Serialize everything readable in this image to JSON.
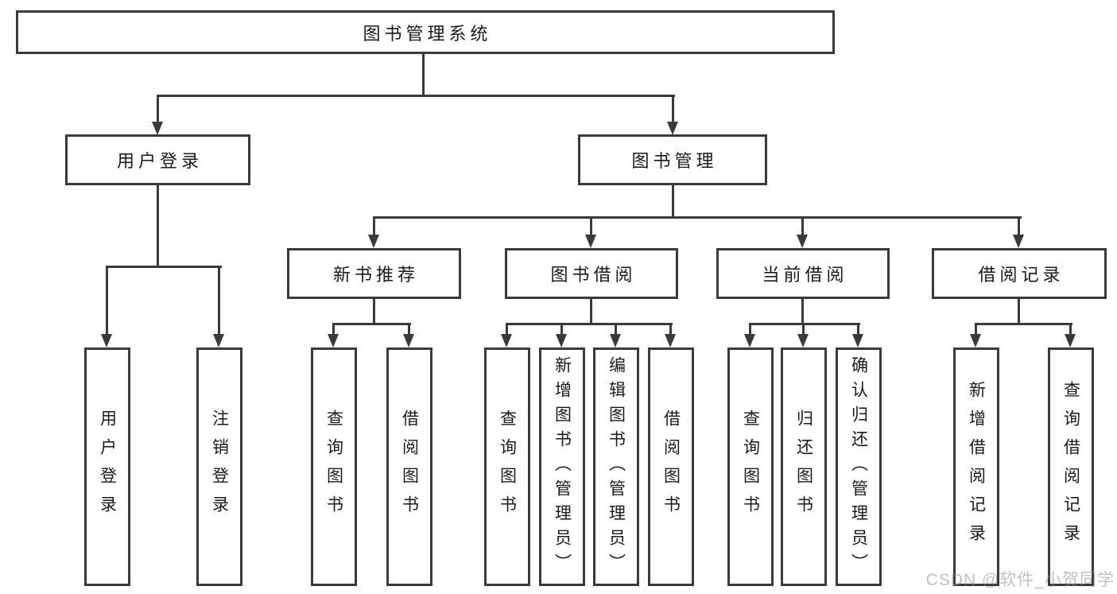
{
  "colors": {
    "line": "#3a3a3a",
    "text": "#1a1a1a",
    "background": "#ffffff",
    "watermark": "#8c8c8c"
  },
  "watermark": "CSDN @软件_小贺同学",
  "nodes": {
    "root": "图书管理系统",
    "user_login": {
      "label": "用户登录",
      "children": [
        "用户登录",
        "注销登录"
      ]
    },
    "book_mgmt": {
      "label": "图书管理",
      "children": [
        {
          "label": "新书推荐",
          "children": [
            "查询图书",
            "借阅图书"
          ]
        },
        {
          "label": "图书借阅",
          "children": [
            "查询图书",
            "新增图书（管理员）",
            "编辑图书（管理员）",
            "借阅图书"
          ]
        },
        {
          "label": "当前借阅",
          "children": [
            "查询图书",
            "归还图书",
            "确认归还（管理员）"
          ]
        },
        {
          "label": "借阅记录",
          "children": [
            "新增借阅记录",
            "查询借阅记录"
          ]
        }
      ]
    }
  }
}
